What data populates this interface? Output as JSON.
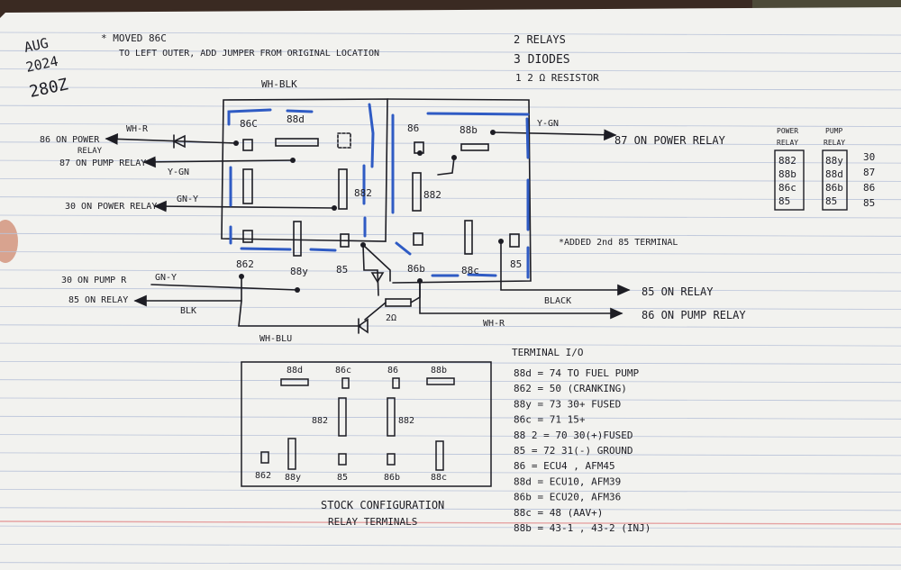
{
  "header": {
    "date_lines": [
      "AUG",
      "2024",
      "280Z"
    ],
    "moved_note": [
      "* MOVED 86C",
      "TO LEFT OUTER, ADD JUMPER FROM ORIGINAL LOCATION"
    ],
    "parts": [
      "2 RELAYS",
      "3 DIODES",
      "1 2 Ω RESISTOR"
    ]
  },
  "relay_box": {
    "title": "WH-BLK",
    "left_labels": {
      "t86c": "86C",
      "t88d": "88d",
      "t882": "882",
      "t862": "862",
      "t88y": "88y",
      "t85": "85"
    },
    "right_labels": {
      "t86": "86",
      "t88b": "88b",
      "t882": "882",
      "t86b": "86b",
      "t88c": "88c",
      "t85": "85"
    },
    "added_note": "*ADDED 2nd 85 TERMINAL"
  },
  "wires": {
    "wh_r_top": "WH-R",
    "y_gn_left": "Y-GN",
    "gn_y_left": "GN-Y",
    "y_gn_right": "Y-GN",
    "gn_y_bottom": "GN-Y",
    "blk": "BLK",
    "black": "BLACK",
    "wh_r_bottom": "WH-R",
    "wh_blu": "WH-BLU",
    "resistor": "2Ω"
  },
  "connections": {
    "c86_power": [
      "86 ON POWER",
      "RELAY"
    ],
    "c87_pump": "87 ON PUMP RELAY",
    "c30_power": "30 ON POWER RELAY",
    "c30_pump": "30 ON PUMP R",
    "c85_relay_left": "85 ON RELAY",
    "c87_power": "87 ON POWER RELAY",
    "c85_relay_right": "85 ON RELAY",
    "c86_pump": "86 ON PUMP RELAY"
  },
  "mapping_table": {
    "col1_header": [
      "POWER",
      "RELAY"
    ],
    "col2_header": [
      "PUMP",
      "RELAY"
    ],
    "col1": [
      "882",
      "88b",
      "86c",
      "85"
    ],
    "col2": [
      "88y",
      "88d",
      "86b",
      "85"
    ],
    "col3": [
      "30",
      "87",
      "86",
      "85"
    ]
  },
  "stock": {
    "top_labels": [
      "88d",
      "86c",
      "86",
      "88b"
    ],
    "mid_labels": [
      "882",
      "882"
    ],
    "bottom_labels": [
      "862",
      "88y",
      "85",
      "86b",
      "88c"
    ],
    "caption": [
      "STOCK CONFIGURATION",
      "RELAY TERMINALS"
    ]
  },
  "terminal_io": {
    "title": "TERMINAL  I/O",
    "rows": [
      "88d = 74 TO FUEL PUMP",
      "862 = 50 (CRANKING)",
      "88y = 73 30+ FUSED",
      "86c = 71 15+",
      "88 2 = 70 30(+)FUSED",
      "85 = 72 31(-) GROUND",
      "86 = ECU4 , AFM45",
      "88d = ECU10, AFM39",
      "86b = ECU20, AFM36",
      "88c = 48 (AAV+)",
      "88b = 43-1 , 43-2 (INJ)"
    ]
  },
  "colors": {
    "paper": "#f2f2ef",
    "rule": "#b9c3d9",
    "margin": "#e6a3a3",
    "ink": "#1d1d24",
    "blue_ink": "#2f5bc4"
  }
}
